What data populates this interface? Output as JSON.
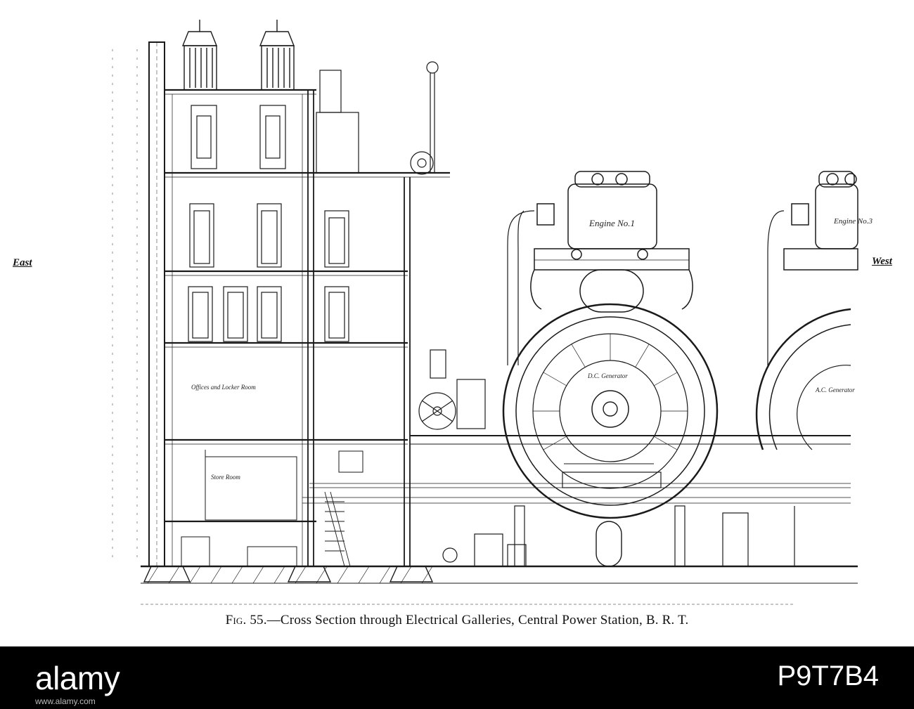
{
  "diagram": {
    "caption_fig": "Fig. 55.",
    "caption_text": "—Cross Section through Electrical Galleries, Central Power Station, B. R. T.",
    "side_left": "East",
    "side_right": "West",
    "labels": {
      "engine_1": "Engine No.1",
      "engine_3": "Engine No.3",
      "dc_generator": "D.C. Generator",
      "ac_generator": "A.C. Generator",
      "offices": "Offices and Locker Room",
      "store_room": "Store Room"
    }
  },
  "watermark": {
    "logo": "alamy",
    "url": "www.alamy.com",
    "image_id": "P9T7B4"
  }
}
